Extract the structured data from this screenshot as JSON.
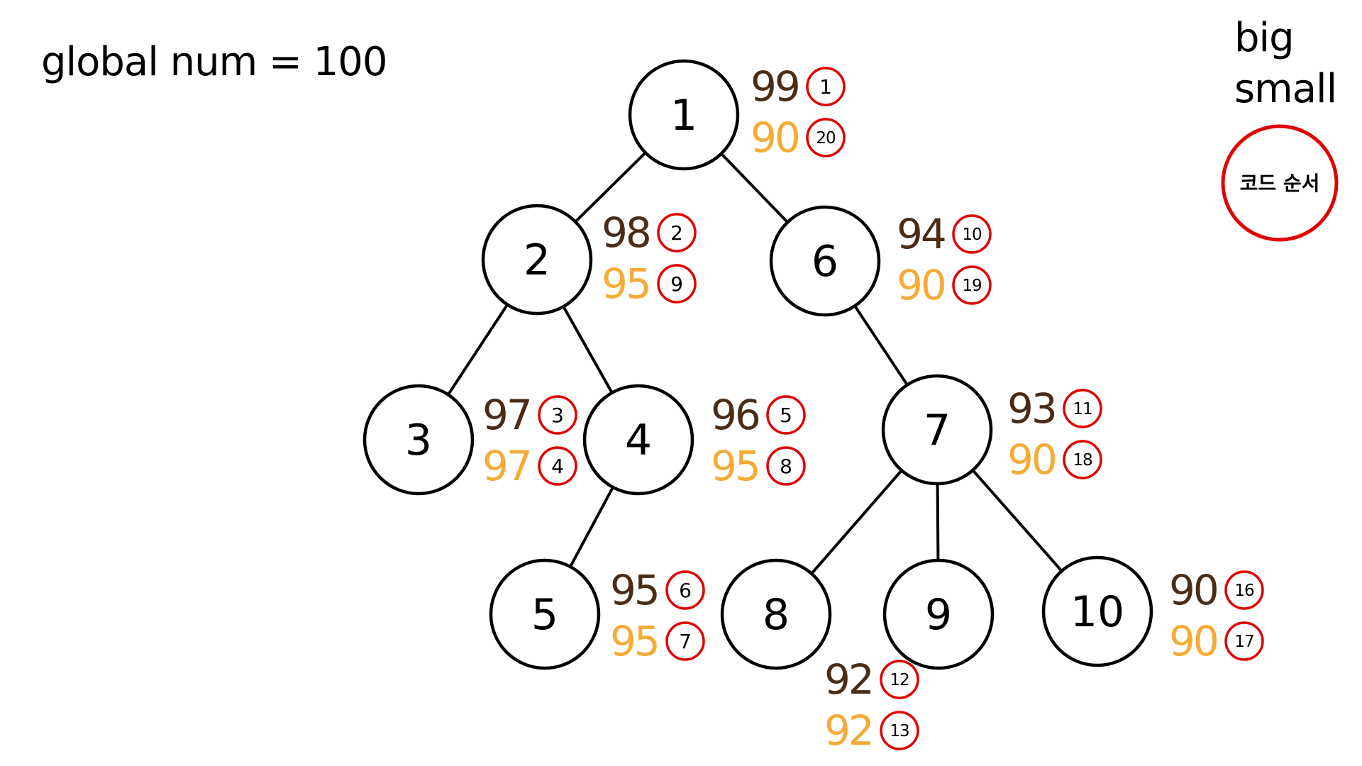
{
  "global_label": "global num = 100",
  "legend": {
    "big_label": "big",
    "small_label": "small",
    "order_label": "코드 순서"
  },
  "colors": {
    "big": "#4a2c17",
    "small": "#f5ab35",
    "order_ring": "#e00000"
  },
  "nodes": [
    {
      "id": "1",
      "big": {
        "value": "99",
        "order": "1"
      },
      "small": {
        "value": "90",
        "order": "20"
      }
    },
    {
      "id": "2",
      "big": {
        "value": "98",
        "order": "2"
      },
      "small": {
        "value": "95",
        "order": "9"
      }
    },
    {
      "id": "3",
      "big": {
        "value": "97",
        "order": "3"
      },
      "small": {
        "value": "97",
        "order": "4"
      }
    },
    {
      "id": "4",
      "big": {
        "value": "96",
        "order": "5"
      },
      "small": {
        "value": "95",
        "order": "8"
      }
    },
    {
      "id": "5",
      "big": {
        "value": "95",
        "order": "6"
      },
      "small": {
        "value": "95",
        "order": "7"
      }
    },
    {
      "id": "6",
      "big": {
        "value": "94",
        "order": "10"
      },
      "small": {
        "value": "90",
        "order": "19"
      }
    },
    {
      "id": "7",
      "big": {
        "value": "93",
        "order": "11"
      },
      "small": {
        "value": "90",
        "order": "18"
      }
    },
    {
      "id": "8",
      "big": null,
      "small": null
    },
    {
      "id": "9",
      "big": {
        "value": "92",
        "order": "12"
      },
      "small": {
        "value": "92",
        "order": "13"
      }
    },
    {
      "id": "10",
      "big": {
        "value": "90",
        "order": "16"
      },
      "small": {
        "value": "90",
        "order": "17"
      }
    }
  ],
  "edges": [
    [
      "1",
      "2"
    ],
    [
      "1",
      "6"
    ],
    [
      "2",
      "3"
    ],
    [
      "2",
      "4"
    ],
    [
      "4",
      "5"
    ],
    [
      "6",
      "7"
    ],
    [
      "7",
      "8"
    ],
    [
      "7",
      "9"
    ],
    [
      "7",
      "10"
    ]
  ]
}
